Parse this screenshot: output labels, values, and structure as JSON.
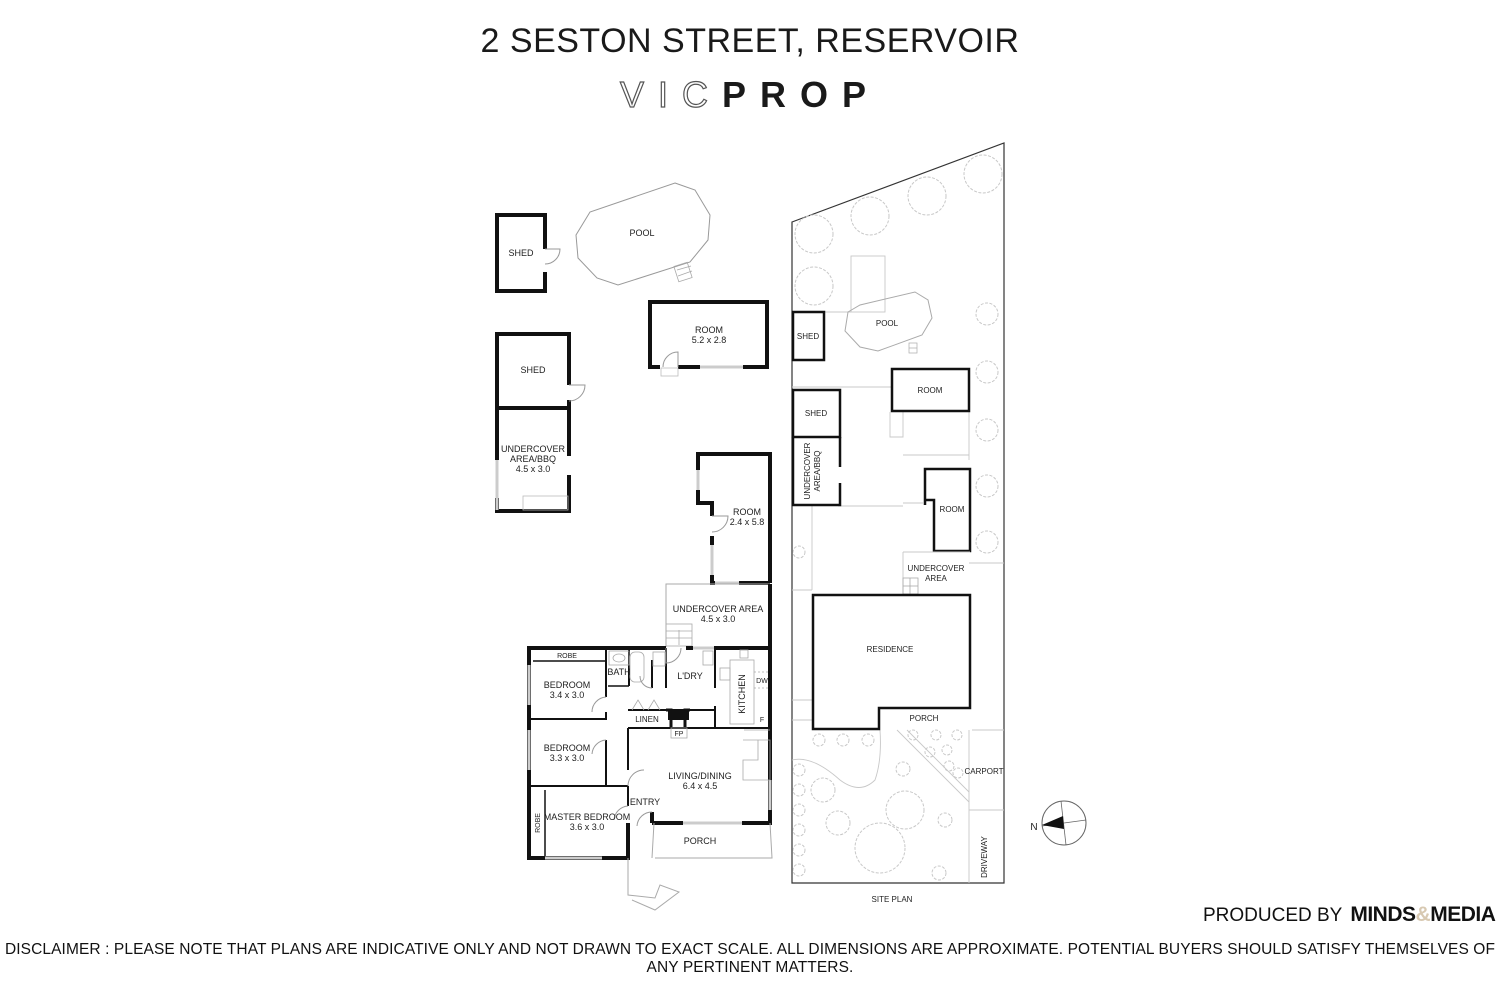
{
  "header": {
    "address": "2 SESTON STREET, RESERVOIR",
    "brand_outline": "VIC",
    "brand_solid": "PROP"
  },
  "floor_plan": {
    "rooms": {
      "shed_1": {
        "name": "SHED"
      },
      "pool": {
        "name": "POOL"
      },
      "shed_2": {
        "name": "SHED"
      },
      "room_outbuilding": {
        "name": "ROOM",
        "dims": "5.2 x 2.8"
      },
      "undercover_bbq": {
        "name_line1": "UNDERCOVER",
        "name_line2": "AREA/BBQ",
        "dims": "4.5 x 3.0"
      },
      "room_rear": {
        "name": "ROOM",
        "dims": "2.4 x 5.8"
      },
      "undercover_area": {
        "name": "UNDERCOVER AREA",
        "dims": "4.5 x 3.0"
      },
      "robe_1": {
        "name": "ROBE"
      },
      "bath": {
        "name": "BATH"
      },
      "laundry": {
        "name": "L'DRY"
      },
      "kitchen": {
        "name": "KITCHEN"
      },
      "dw": {
        "name": "DW"
      },
      "fridge": {
        "name": "F"
      },
      "bedroom_1": {
        "name": "BEDROOM",
        "dims": "3.4 x 3.0"
      },
      "linen": {
        "name": "LINEN"
      },
      "fireplace": {
        "name": "FP"
      },
      "bedroom_2": {
        "name": "BEDROOM",
        "dims": "3.3 x 3.0"
      },
      "living_dining": {
        "name": "LIVING/DINING",
        "dims": "6.4 x 4.5"
      },
      "entry": {
        "name": "ENTRY"
      },
      "master_bedroom": {
        "name": "MASTER BEDROOM",
        "dims": "3.6 x 3.0"
      },
      "robe_2": {
        "name": "ROBE"
      },
      "porch": {
        "name": "PORCH"
      }
    }
  },
  "site_plan": {
    "title": "SITE PLAN",
    "labels": {
      "shed_1": "SHED",
      "pool": "POOL",
      "room_1": "ROOM",
      "shed_2": "SHED",
      "undercover_bbq_line1": "UNDERCOVER",
      "undercover_bbq_line2": "AREA/BBQ",
      "room_2": "ROOM",
      "undercover_line1": "UNDERCOVER",
      "undercover_line2": "AREA",
      "residence": "RESIDENCE",
      "porch": "PORCH",
      "carport": "CARPORT",
      "driveway": "DRIVEWAY"
    },
    "compass": {
      "label": "N"
    }
  },
  "footer": {
    "produced_by": "PRODUCED BY",
    "producer_part1": "MINDS",
    "producer_amp": "&",
    "producer_part2": "MEDIA",
    "disclaimer": "DISCLAIMER : PLEASE NOTE THAT PLANS ARE INDICATIVE ONLY AND NOT DRAWN TO EXACT SCALE. ALL DIMENSIONS ARE APPROXIMATE. POTENTIAL BUYERS SHOULD SATISFY THEMSELVES OF ANY PERTINENT MATTERS."
  },
  "colors": {
    "wall": "#111111",
    "thin_line": "#b5b5b5",
    "window": "#cfcfcf",
    "text": "#222222"
  }
}
